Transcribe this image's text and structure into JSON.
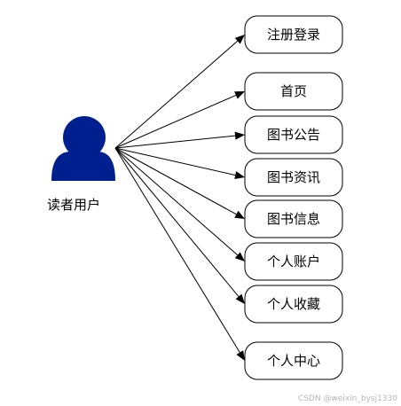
{
  "actor": {
    "label": "读者用户",
    "icon": "user-icon",
    "color": "#00208f"
  },
  "nodes": [
    {
      "id": "register-login",
      "label": "注册登录"
    },
    {
      "id": "home",
      "label": "首页"
    },
    {
      "id": "book-notice",
      "label": "图书公告"
    },
    {
      "id": "book-news",
      "label": "图书资讯"
    },
    {
      "id": "book-info",
      "label": "图书信息"
    },
    {
      "id": "personal-account",
      "label": "个人账户"
    },
    {
      "id": "personal-favorites",
      "label": "个人收藏"
    },
    {
      "id": "personal-center",
      "label": "个人中心"
    }
  ],
  "watermark": "CSDN @weixin_bysj1330"
}
